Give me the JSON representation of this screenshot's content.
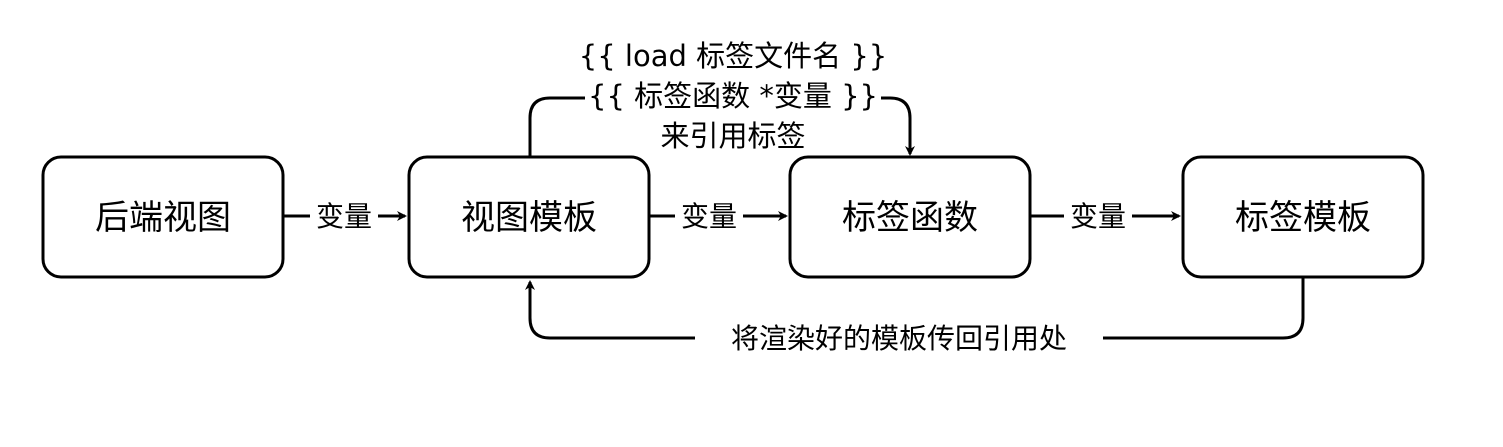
{
  "nodes": {
    "backend_view": "后端视图",
    "view_template": "视图模板",
    "tag_function": "标签函数",
    "tag_template": "标签模板"
  },
  "edges": {
    "backend_to_view": "变量",
    "view_to_function": "变量",
    "function_to_template": "变量",
    "return_to_reference": "将渲染好的模板传回引用处"
  },
  "reference_note": {
    "line1": "{{ load 标签文件名 }}",
    "line2": "{{ 标签函数 *变量 }}",
    "line3": "来引用标签"
  },
  "colors": {
    "stroke": "#000000",
    "background": "#ffffff"
  }
}
